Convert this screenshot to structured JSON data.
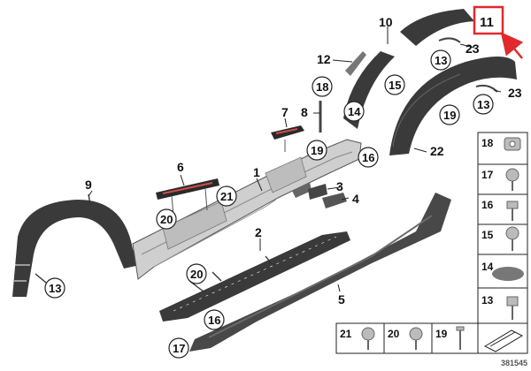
{
  "labels": {
    "n1": "1",
    "n2": "2",
    "n3": "3",
    "n4": "4",
    "n5": "5",
    "n6": "6",
    "n7": "7",
    "n8": "8",
    "n9": "9",
    "n10": "10",
    "n11": "11",
    "n12": "12",
    "n14a": "14",
    "n15a": "15",
    "n22": "22",
    "n23a": "23",
    "n23b": "23",
    "c13a": "13",
    "c13b": "13",
    "c13c": "13",
    "c16a": "16",
    "c16b": "16",
    "c17": "17",
    "c18": "18",
    "c19a": "19",
    "c19b": "19",
    "c20a": "20",
    "c20b": "20",
    "c21": "21"
  },
  "legend_right": [
    "18",
    "17",
    "16",
    "15",
    "14",
    "13"
  ],
  "legend_bottom": [
    "21",
    "20",
    "19"
  ],
  "diagram_id": "381545",
  "colors": {
    "part": "#3c3c3c",
    "highlight": "#e0282d",
    "arrow": "#e0282d",
    "strip": "#d24a4a"
  }
}
